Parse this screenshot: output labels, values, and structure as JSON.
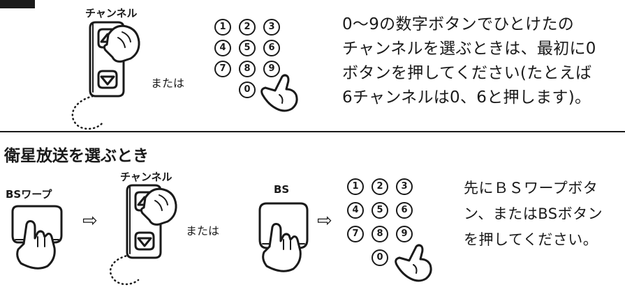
{
  "section1": {
    "channel_label": "チャンネル",
    "or_label": "または",
    "keypad": [
      "1",
      "2",
      "3",
      "4",
      "5",
      "6",
      "7",
      "8",
      "9",
      "0"
    ],
    "paragraph_lines": [
      "0～9の数字ボタンでひとけたの",
      "チャンネルを選ぶときは、最初に0",
      "ボタンを押してください(たとえば",
      "6チャンネルは0、6と押します)。"
    ]
  },
  "section2": {
    "heading": "衛星放送を選ぶとき",
    "bswarp_label": "BSワープ",
    "arrow": "⇨",
    "channel_label": "チャンネル",
    "or_label": "または",
    "bs_label": "BS",
    "keypad": [
      "1",
      "2",
      "3",
      "4",
      "5",
      "6",
      "7",
      "8",
      "9",
      "0"
    ],
    "paragraph_lines": [
      "先にＢＳワープボタ",
      "ン、またはBSボタン",
      "を押してください。"
    ]
  }
}
